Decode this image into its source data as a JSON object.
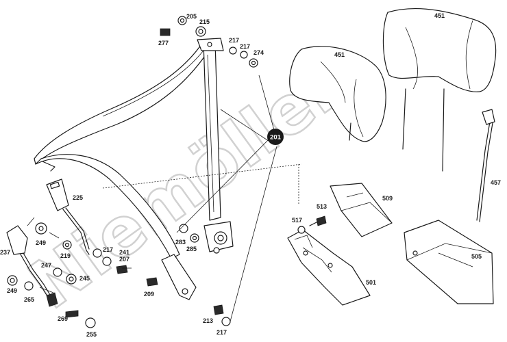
{
  "watermark": "Niemöller",
  "callout": "201",
  "labels": {
    "p205": "205",
    "p215": "215",
    "p277": "277",
    "p217a": "217",
    "p217b": "217",
    "p274": "274",
    "p451a": "451",
    "p451b": "451",
    "p225": "225",
    "p249a": "249",
    "p219": "219",
    "p217c": "217",
    "p241": "241",
    "p207": "207",
    "p237": "237",
    "p247": "247",
    "p245": "245",
    "p249b": "249",
    "p265": "265",
    "p269": "269",
    "p255": "255",
    "p209": "209",
    "p283": "283",
    "p285": "285",
    "p213": "213",
    "p217d": "217",
    "p517": "517",
    "p513": "513",
    "p509": "509",
    "p501": "501",
    "p505": "505",
    "p457": "457"
  },
  "colors": {
    "line": "#1a1a1a",
    "background": "#ffffff",
    "watermark": "#c9c9c9"
  }
}
